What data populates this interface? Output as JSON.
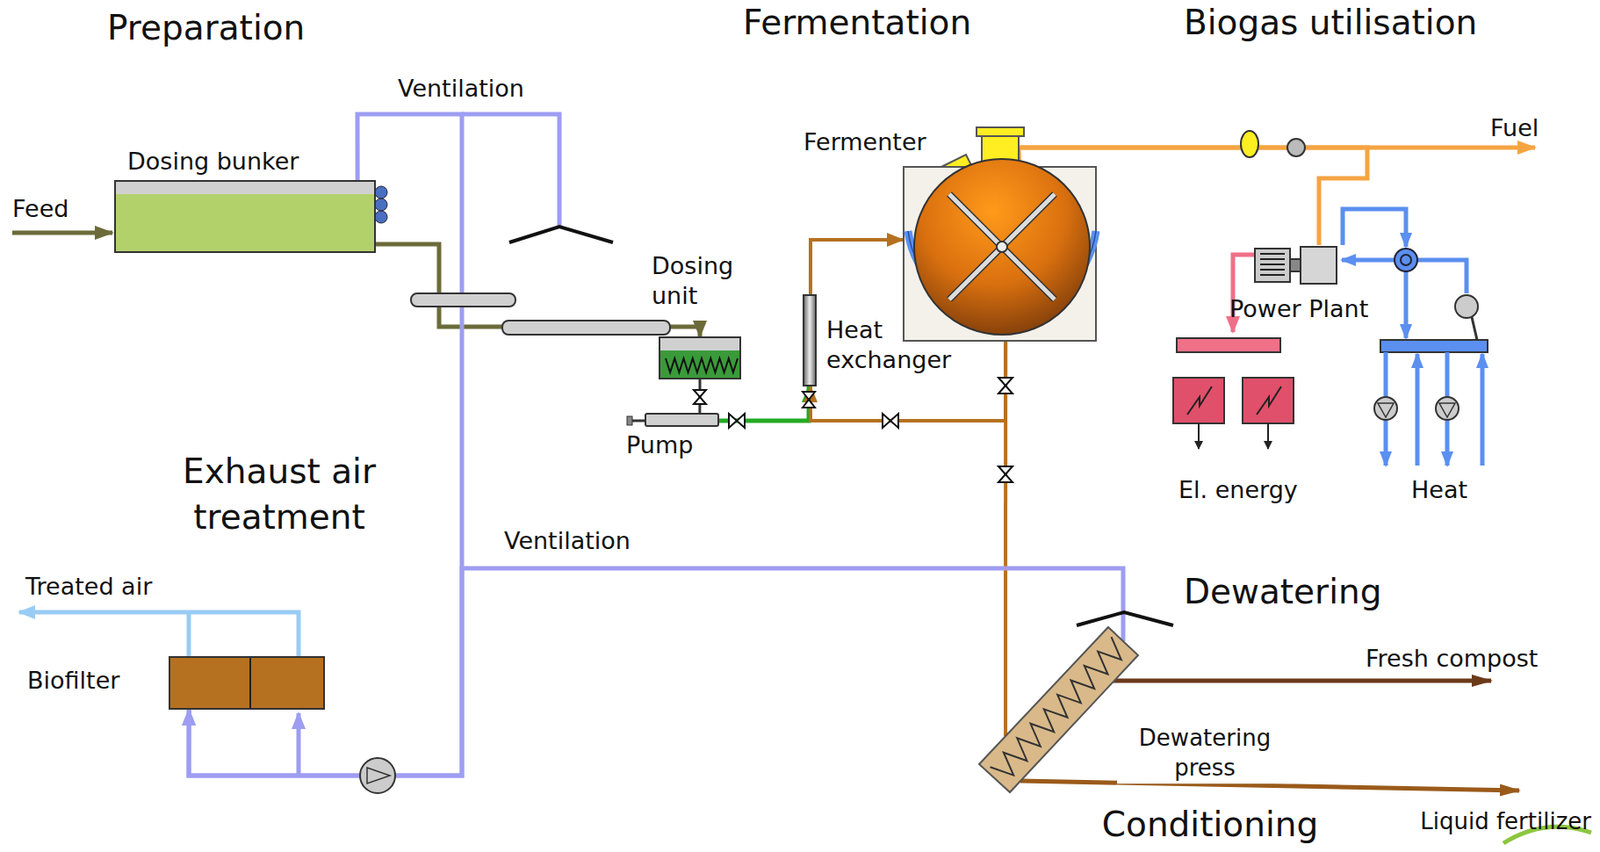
{
  "diagram": {
    "nodes": [
      {
        "text": [
          "Dosing bunker"
        ]
      },
      {
        "text": [
          "Dosing unit"
        ]
      },
      {
        "text": [
          "Pump"
        ]
      },
      {
        "text": [
          "Heat exchanger"
        ]
      },
      {
        "text": [
          "Fermenter"
        ]
      },
      {
        "text": [
          "Power Plant"
        ]
      },
      {
        "text": [
          "Biofilter"
        ]
      },
      {
        "text": [
          "Dewatering press"
        ]
      }
    ],
    "edges": [
      {
        "from": 0,
        "to": 1,
        "arrow": "to"
      },
      {
        "from": 1,
        "to": 2,
        "arrow": "none"
      },
      {
        "from": 2,
        "to": 3,
        "arrow": "to"
      },
      {
        "from": 3,
        "to": 4,
        "arrow": "to"
      },
      {
        "from": 4,
        "to": 3,
        "arrow": "to"
      },
      {
        "from": 4,
        "to": 7,
        "arrow": "none"
      },
      {
        "from": 4,
        "to": 5,
        "arrow": "none"
      },
      {
        "from": 0,
        "to": 6,
        "label": "Ventilation",
        "arrow": "to"
      },
      {
        "from": 7,
        "to": 6,
        "label": "Ventilation",
        "arrow": "to"
      }
    ],
    "labels": [
      "Preparation",
      "Fermentation",
      "Biogas utilisation",
      "Feed",
      "Fuel",
      "El. energy",
      "Heat",
      "Exhaust air treatment",
      "Treated air",
      "Dewatering",
      "Fresh compost",
      "Conditioning",
      "Liquid fertilizer"
    ]
  }
}
